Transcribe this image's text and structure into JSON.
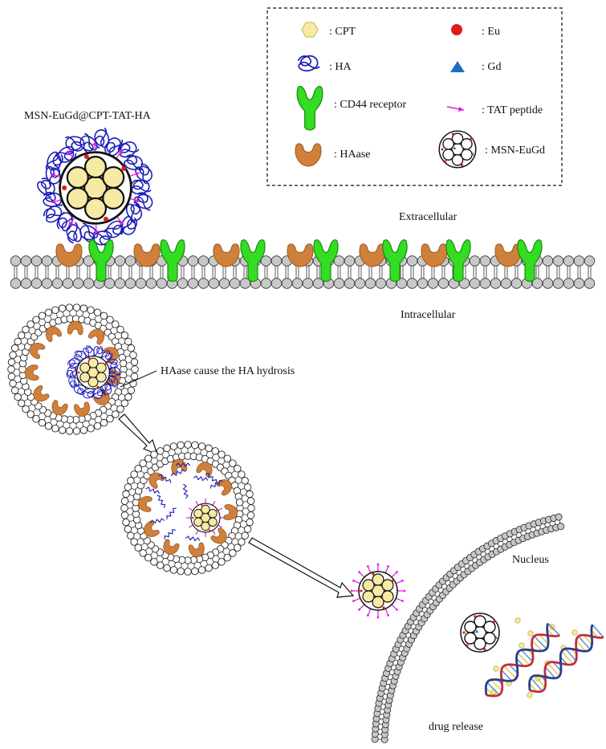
{
  "legend": {
    "items": [
      {
        "label": ": CPT",
        "icon": "cpt-hexagon-icon"
      },
      {
        "label": ": Eu",
        "icon": "eu-red-dot-icon"
      },
      {
        "label": ": HA",
        "icon": "ha-blue-tangle-icon"
      },
      {
        "label": ": Gd",
        "icon": "gd-blue-triangle-icon"
      },
      {
        "label": ": CD44 receptor",
        "icon": "cd44-receptor-icon"
      },
      {
        "label": ": TAT  peptide",
        "icon": "tat-peptide-arrow-icon"
      },
      {
        "label": ": HAase",
        "icon": "haase-icon"
      },
      {
        "label": ": MSN-EuGd",
        "icon": "msn-eugd-icon"
      }
    ]
  },
  "labels": {
    "nanoparticle": "MSN-EuGd@CPT-TAT-HA",
    "extracellular": "Extracellular",
    "intracellular": "Intracellular",
    "haase_step": "HAase cause the HA hydrosis",
    "nucleus": "Nucleus",
    "drug_release": "drug release"
  },
  "colors": {
    "cpt": "#f6eaa4",
    "eu": "#e31a1a",
    "ha": "#1a1ab8",
    "gd": "#1b6fc2",
    "cd44": "#33dd22",
    "haase": "#d0803a",
    "tat": "#e020e0",
    "lipid_head": "#c8c8c8",
    "dna_a": "#c0303a",
    "dna_b": "#2c3d8a"
  }
}
